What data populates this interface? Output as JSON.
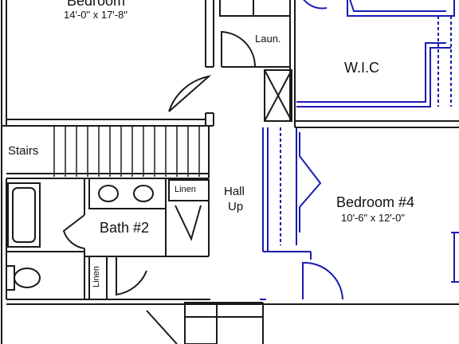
{
  "rooms": {
    "bedroom_top": {
      "name": "Bedroom",
      "dims": "14'-0\" x 17'-8\""
    },
    "laundry": {
      "name": "Laun."
    },
    "wic": {
      "name": "W.I.C"
    },
    "stairs": {
      "name": "Stairs"
    },
    "hall": {
      "name": "Hall",
      "direction": "Up"
    },
    "linen_top": {
      "name": "Linen"
    },
    "bath2": {
      "name": "Bath #2"
    },
    "bedroom4": {
      "name": "Bedroom #4",
      "dims": "10'-6\" x 12'-0\""
    },
    "linen_bottom": {
      "name": "Linen"
    }
  },
  "colors": {
    "wall": "#1a1a1a",
    "highlight": "#1a1ab4",
    "background": "#ffffff"
  }
}
